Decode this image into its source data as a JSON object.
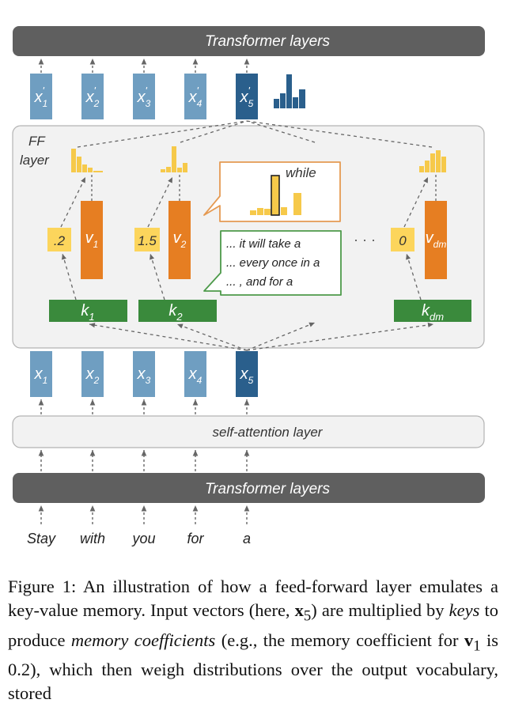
{
  "colors": {
    "bar_gray": "#5f5f5f",
    "panel_fill": "#f2f2f2",
    "panel_stroke": "#b3b3b3",
    "token_blue": "#6f9ec1",
    "token_dark_blue": "#2a5f8c",
    "value_orange": "#e67e22",
    "key_green": "#3a8a3c",
    "coef_yellow": "#fcd55c",
    "hist_yellow": "#f6c94a",
    "callout_orange": "#e59a52",
    "callout_green": "#4d9a4a",
    "arrow": "#666666"
  },
  "top_bar": {
    "label": "Transformer layers"
  },
  "bottom_bar": {
    "label": "Transformer layers"
  },
  "attn_layer": {
    "label": "self-attention layer"
  },
  "ff_layer": {
    "label_line1": "FF",
    "label_line2": "layer"
  },
  "output_tokens": [
    {
      "base": "x",
      "sub": "1",
      "prime": "'"
    },
    {
      "base": "x",
      "sub": "2",
      "prime": "'"
    },
    {
      "base": "x",
      "sub": "3",
      "prime": "'"
    },
    {
      "base": "x",
      "sub": "4",
      "prime": "'"
    },
    {
      "base": "x",
      "sub": "5",
      "prime": "'"
    }
  ],
  "input_tokens": [
    {
      "base": "x",
      "sub": "1"
    },
    {
      "base": "x",
      "sub": "2"
    },
    {
      "base": "x",
      "sub": "3"
    },
    {
      "base": "x",
      "sub": "4"
    },
    {
      "base": "x",
      "sub": "5"
    }
  ],
  "words": [
    "Stay",
    "with",
    "you",
    "for",
    "a"
  ],
  "memories": [
    {
      "coef": ".2",
      "value": "v",
      "value_sub": "1",
      "key": "k",
      "key_sub": "1"
    },
    {
      "coef": "1.5",
      "value": "v",
      "value_sub": "2",
      "key": "k",
      "key_sub": "2"
    },
    {
      "coef": "0",
      "value": "v",
      "value_sub": "dm",
      "key": "k",
      "key_sub": "dm"
    }
  ],
  "ellipsis": "· · ·",
  "callout_value": {
    "word": "while"
  },
  "callout_key": {
    "lines": [
      "... it will take a",
      "... every once in a",
      "... , and for a"
    ]
  },
  "caption": {
    "p1": "Figure 1: An illustration of how a feed-forward layer emulates a key-value memory. Input vectors (here, ",
    "m1": "x",
    "m1_sub": "5",
    "p2": ") are multiplied by ",
    "keys": "keys",
    "p3": " to produce ",
    "memcoef": "memory coefficients",
    "p4": " (e.g., the memory coefficient for ",
    "m2": "v",
    "m2_sub": "1",
    "p5": " is 0.2), which then weigh distributions over the output vocabulary, stored"
  }
}
